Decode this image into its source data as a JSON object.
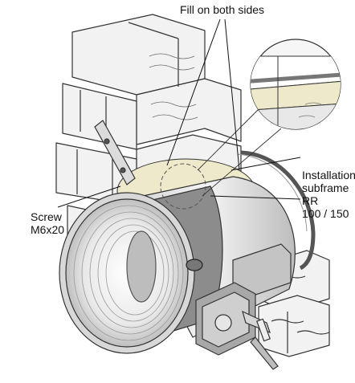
{
  "diagram": {
    "labels": {
      "fill": "Fill on both sides",
      "screw_line1": "Screw",
      "screw_line2": "M6x20",
      "install_line1": "Installation",
      "install_line2": "subframe",
      "install_line3": "RR",
      "install_line4": "100 / 150"
    },
    "colors": {
      "brick_fill": "#f2f2f2",
      "stroke": "#333333",
      "fill_material": "#efe9cc",
      "band": "#8c8c8c",
      "duct_inner": "#dcdcdc",
      "actuator": "#a8a8a8"
    }
  }
}
